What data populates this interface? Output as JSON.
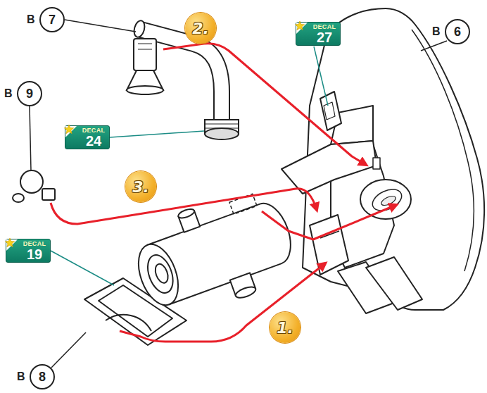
{
  "diagram": {
    "nodes": [
      {
        "text": [
          "B",
          "7"
        ]
      },
      {
        "text": [
          "2."
        ]
      },
      {
        "text": [
          "DECAL",
          "27"
        ]
      },
      {
        "text": [
          "B",
          "6"
        ]
      },
      {
        "text": [
          "B",
          "9"
        ]
      },
      {
        "text": [
          "DECAL",
          "24"
        ]
      },
      {
        "text": [
          "3."
        ]
      },
      {
        "text": [
          "DECAL",
          "19"
        ]
      },
      {
        "text": [
          "1."
        ]
      },
      {
        "text": [
          "B",
          "8"
        ]
      }
    ]
  }
}
